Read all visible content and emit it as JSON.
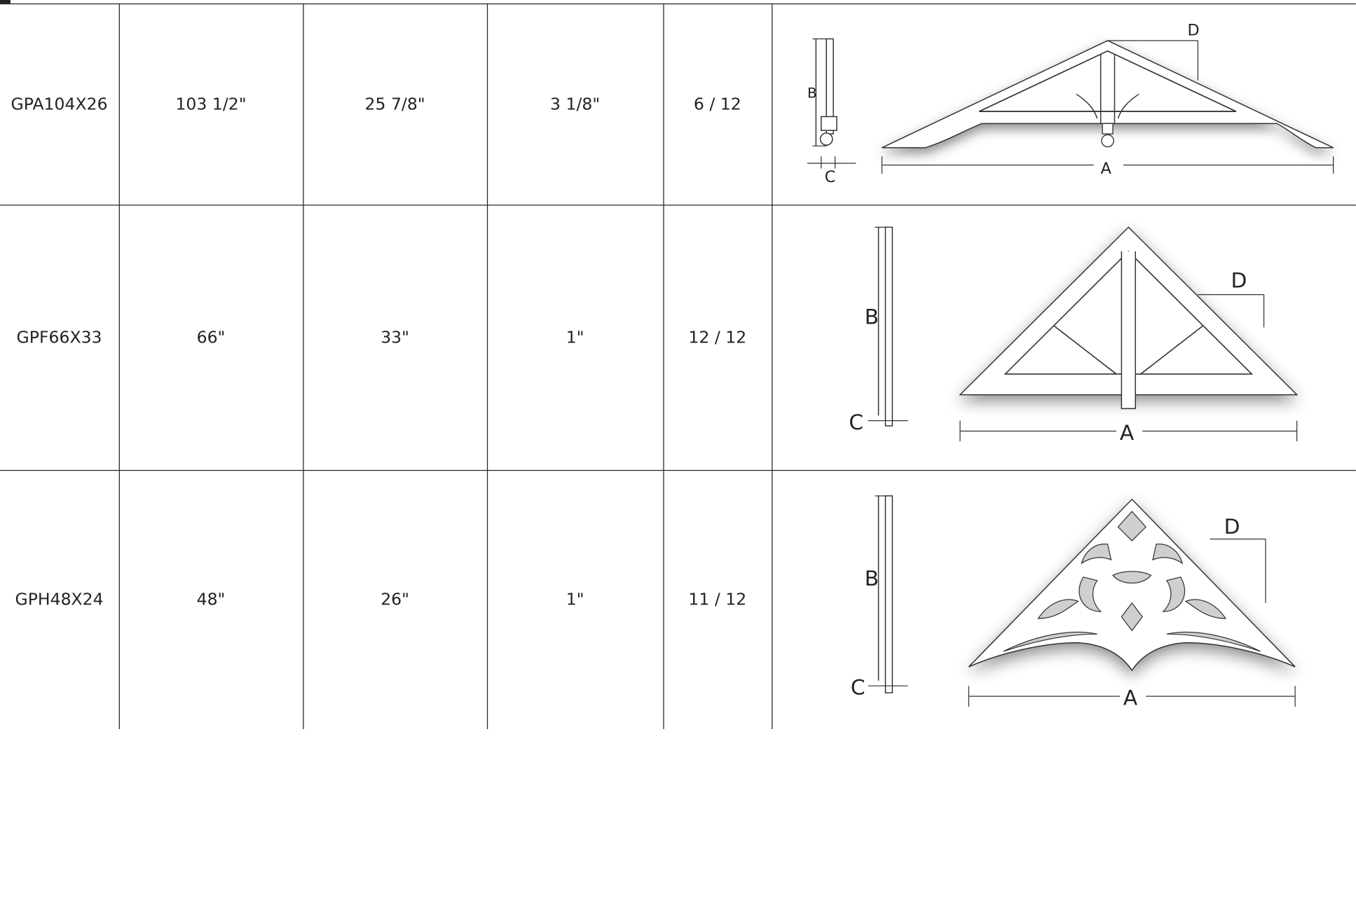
{
  "rows": [
    {
      "model": "GPA104X26",
      "a": "103 1/2\"",
      "b": "25 7/8\"",
      "c": "3 1/8\"",
      "pitch": "6 / 12",
      "diagram": "gable-pediment-arched-icon"
    },
    {
      "model": "GPF66X33",
      "a": "66\"",
      "b": "33\"",
      "c": "1\"",
      "pitch": "12 / 12",
      "diagram": "gable-pediment-truss-icon"
    },
    {
      "model": "GPH48X24",
      "a": "48\"",
      "b": "26\"",
      "c": "1\"",
      "pitch": "11 / 12",
      "diagram": "gable-pediment-scroll-icon"
    }
  ],
  "dimension_labels": {
    "a": "A",
    "b": "B",
    "c": "C",
    "d": "D"
  }
}
